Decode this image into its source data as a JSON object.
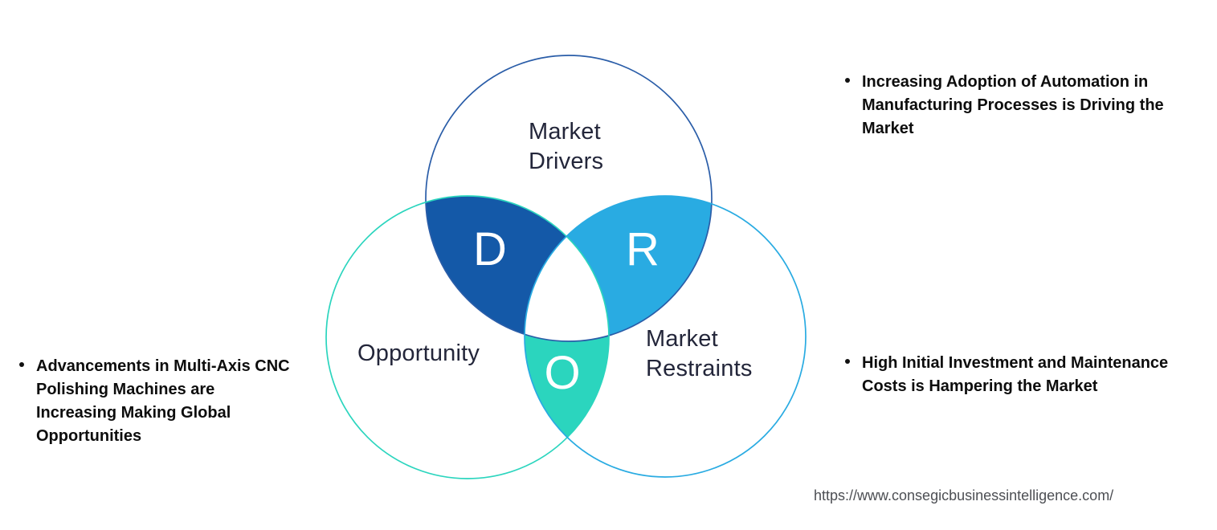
{
  "diagram": {
    "drivers": {
      "label": "Market Drivers",
      "letter": "D",
      "fill": "#1459A8",
      "stroke": "#2A5DA8"
    },
    "restraints": {
      "label": "Market Restraints",
      "letter": "R",
      "fill": "#29ABE2",
      "stroke": "#29ABE2"
    },
    "opportunity": {
      "label": "Opportunity",
      "letter": "O",
      "fill": "#2BD5BE",
      "stroke": "#2BD5BE"
    },
    "center_fill": "#FFFFFF"
  },
  "bullets": {
    "opportunity": "Advancements in Multi-Axis CNC Polishing Machines are Increasing Making Global Opportunities",
    "drivers": "Increasing Adoption of Automation in Manufacturing Processes is Driving the Market",
    "restraints": "High Initial Investment and Maintenance Costs is Hampering the Market"
  },
  "footer": {
    "source_url": "https://www.consegicbusinessintelligence.com/"
  }
}
